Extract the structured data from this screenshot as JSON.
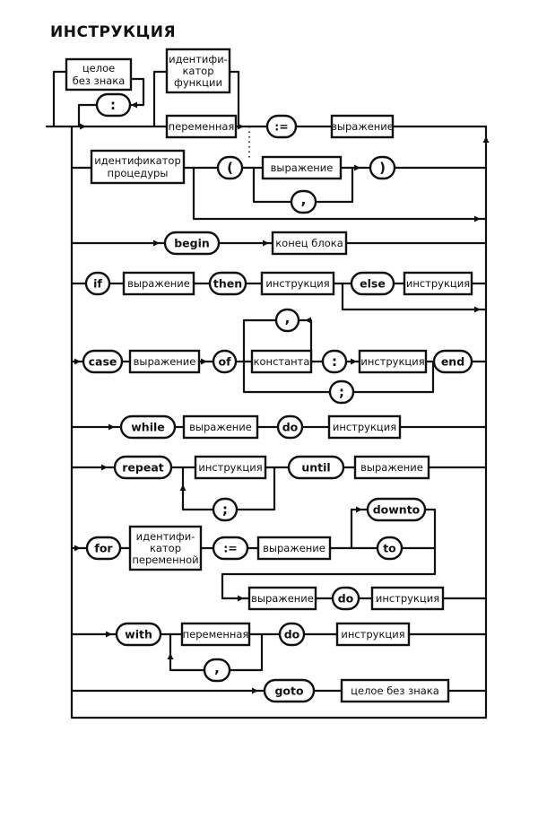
{
  "title": "ИНСТРУКЦИЯ",
  "nodes": {
    "label_box": [
      "целое",
      "без знака"
    ],
    "colon": ":",
    "func_id": [
      "идентифи-",
      "катор",
      "функции"
    ],
    "variable": "переменная",
    "assign": ":=",
    "expression": "выражение",
    "proc_id": [
      "идентификатор",
      "процедуры"
    ],
    "lparen": "(",
    "rparen": ")",
    "comma": ",",
    "begin": "begin",
    "block_end": "конец блока",
    "if": "if",
    "then": "then",
    "statement": "инструкция",
    "else": "else",
    "case": "case",
    "of": "of",
    "constant": "константа",
    "semicolon": ";",
    "end": "end",
    "while": "while",
    "do": "do",
    "repeat": "repeat",
    "until": "until",
    "for": "for",
    "var_id": [
      "идентифи-",
      "катор",
      "переменной"
    ],
    "downto": "downto",
    "to": "to",
    "with": "with",
    "goto": "goto",
    "unsigned_int": "целое без знака"
  }
}
